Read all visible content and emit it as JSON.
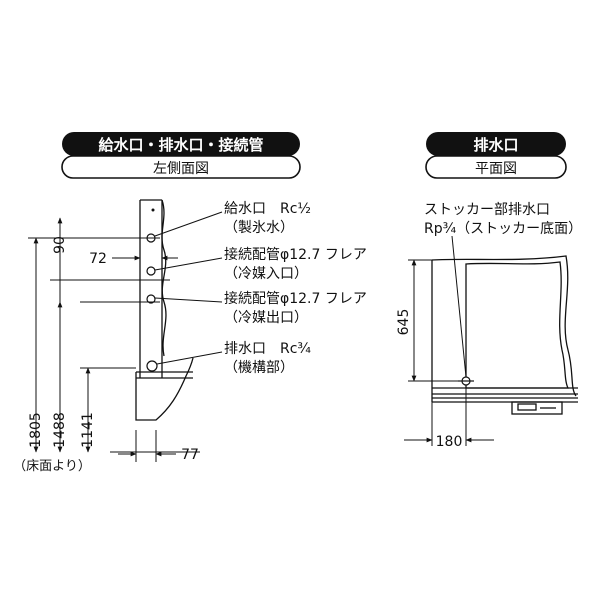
{
  "left_panel": {
    "header_title": "給水口・排水口・接続管",
    "header_subtitle": "左側面図",
    "callouts": [
      {
        "line1": "給水口　Rc½",
        "line2": "（製氷水）"
      },
      {
        "line1": "接続配管φ12.7 フレア",
        "line2": "（冷媒入口）"
      },
      {
        "line1": "接続配管φ12.7 フレア",
        "line2": "（冷媒出口）"
      },
      {
        "line1": "排水口　Rc¾",
        "line2": "（機構部）"
      }
    ],
    "dimensions": {
      "d1805": "1805",
      "d1488": "1488",
      "d1141": "1141",
      "d90": "90",
      "d72": "72",
      "d77": "77"
    },
    "floor_note": "（床面より）"
  },
  "right_panel": {
    "header_title": "排水口",
    "header_subtitle": "平面図",
    "callout_line1": "ストッカー部排水口",
    "callout_line2": "Rp¾（ストッカー底面）",
    "dimensions": {
      "d645": "645",
      "d180": "180"
    }
  }
}
